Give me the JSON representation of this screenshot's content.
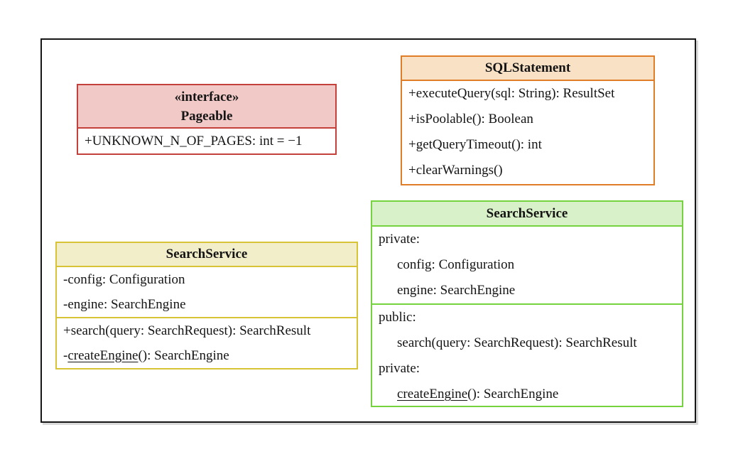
{
  "colors": {
    "frame_border": "#161616",
    "pageable_border": "#c4413b",
    "pageable_fill": "#f1cac8",
    "sql_border": "#e07d28",
    "sql_fill": "#f8e1c5",
    "service_small_border": "#d8c235",
    "service_small_fill": "#f3eeca",
    "service_large_border": "#76d340",
    "service_large_fill": "#d9f1c8"
  },
  "pageable": {
    "stereotype": "«interface»",
    "name": "Pageable",
    "attribute": "+UNKNOWN_N_OF_PAGES: int = −1"
  },
  "sql": {
    "name": "SQLStatement",
    "methods": [
      "+executeQuery(sql: String): ResultSet",
      "+isPoolable(): Boolean",
      "+getQueryTimeout(): int",
      "+clearWarnings()"
    ]
  },
  "service_small": {
    "name": "SearchService",
    "attributes": [
      "-config: Configuration",
      "-engine: SearchEngine"
    ],
    "search_method": "+search(query: SearchRequest): SearchResult",
    "create_prefix": "-",
    "create_name": "createEngine",
    "create_suffix": "(): SearchEngine"
  },
  "service_large": {
    "name": "SearchService",
    "private_label": "private:",
    "attr_config": "config: Configuration",
    "attr_engine": "engine: SearchEngine",
    "public_label": "public:",
    "search_method": "search(query: SearchRequest): SearchResult",
    "private_label_2": "private:",
    "create_name": "createEngine",
    "create_suffix": "(): SearchEngine"
  }
}
